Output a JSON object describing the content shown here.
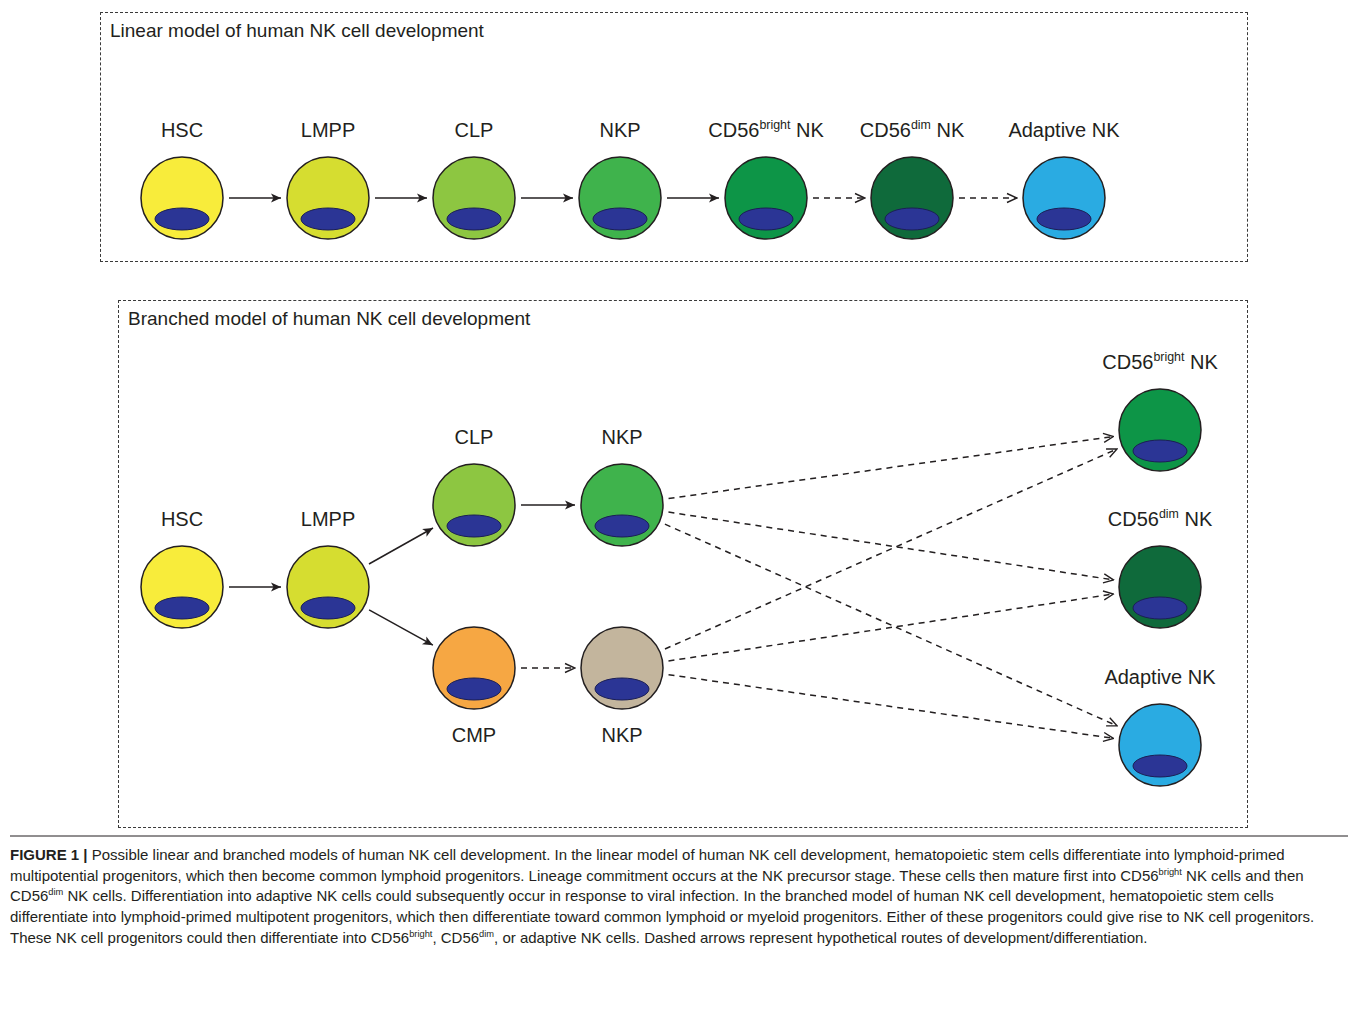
{
  "diagram": {
    "caption": "FIGURE 1 | Possible linear and branched models of human NK cell development. In the linear model of human NK cell development, hematopoietic stem cells differentiate into lymphoid-primed multipotential progenitors, which then become common lymphoid progenitors. Lineage commitment occurs at the NK precursor stage. These cells then mature first into CD56bright NK cells and then CD56dim NK cells. Differentiation into adaptive NK cells could subsequently occur in response to viral infection. In the branched model of human NK cell development, hematopoietic stem cells differentiate into lymphoid-primed multipotent progenitors, which then differentiate toward common lymphoid or myeloid progenitors. Either of these progenitors could give rise to NK cell progenitors. These NK cell progenitors could then differentiate into CD56bright, CD56dim, or adaptive NK cells. Dashed arrows represent hypothetical routes of development/differentiation.",
    "nodes": [
      {
        "text": [
          "Linear model of human NK cell development"
        ]
      },
      {
        "text": [
          "HSC"
        ],
        "in": 0
      },
      {
        "text": [
          "LMPP"
        ],
        "in": 0
      },
      {
        "text": [
          "CLP"
        ],
        "in": 0
      },
      {
        "text": [
          "NKP"
        ],
        "in": 0
      },
      {
        "text": [
          "CD56bright NK"
        ],
        "in": 0
      },
      {
        "text": [
          "CD56dim NK"
        ],
        "in": 0
      },
      {
        "text": [
          "Adaptive NK"
        ],
        "in": 0
      },
      {
        "text": [
          "Branched model of human NK cell development"
        ]
      },
      {
        "text": [
          "HSC"
        ],
        "in": 8
      },
      {
        "text": [
          "LMPP"
        ],
        "in": 8
      },
      {
        "text": [
          "CLP"
        ],
        "in": 8
      },
      {
        "text": [
          "NKP"
        ],
        "in": 8
      },
      {
        "text": [
          "CMP"
        ],
        "in": 8
      },
      {
        "text": [
          "NKP"
        ],
        "in": 8
      },
      {
        "text": [
          "CD56bright NK"
        ],
        "in": 8
      },
      {
        "text": [
          "CD56dim NK"
        ],
        "in": 8
      },
      {
        "text": [
          "Adaptive NK"
        ],
        "in": 8
      }
    ],
    "edges": [
      {
        "from": 1,
        "to": 2,
        "arrow": "to"
      },
      {
        "from": 2,
        "to": 3,
        "arrow": "to"
      },
      {
        "from": 3,
        "to": 4,
        "arrow": "to"
      },
      {
        "from": 4,
        "to": 5,
        "arrow": "to"
      },
      {
        "from": 5,
        "to": 6,
        "arrow": "to"
      },
      {
        "from": 6,
        "to": 7,
        "arrow": "to"
      },
      {
        "from": 9,
        "to": 10,
        "arrow": "to"
      },
      {
        "from": 10,
        "to": 11,
        "arrow": "to"
      },
      {
        "from": 10,
        "to": 13,
        "arrow": "to"
      },
      {
        "from": 11,
        "to": 12,
        "arrow": "to"
      },
      {
        "from": 13,
        "to": 14,
        "arrow": "to"
      },
      {
        "from": 12,
        "to": 15,
        "arrow": "to"
      },
      {
        "from": 12,
        "to": 16,
        "arrow": "to"
      },
      {
        "from": 12,
        "to": 17,
        "arrow": "to"
      },
      {
        "from": 14,
        "to": 15,
        "arrow": "to"
      },
      {
        "from": 14,
        "to": 16,
        "arrow": "to"
      },
      {
        "from": 14,
        "to": 17,
        "arrow": "to"
      }
    ]
  }
}
